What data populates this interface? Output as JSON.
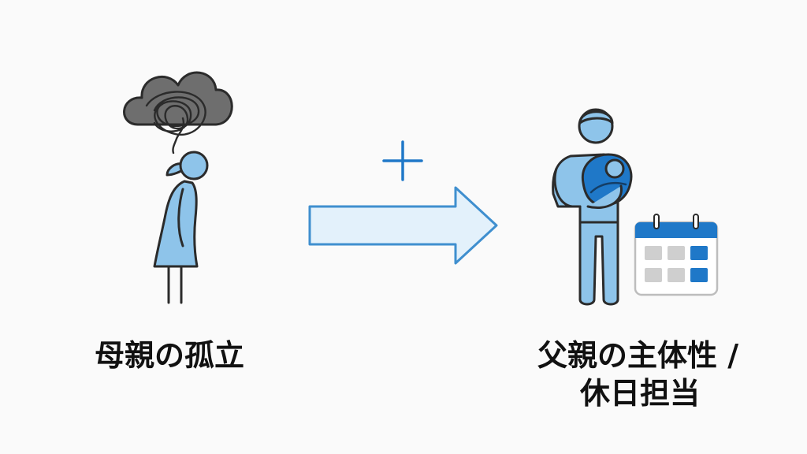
{
  "left_panel": {
    "caption": "母親の孤立",
    "icons": [
      "storm-cloud-icon",
      "tangled-thoughts-icon",
      "mother-figure-icon"
    ]
  },
  "center": {
    "icons": [
      "plus-icon",
      "right-arrow-icon"
    ]
  },
  "right_panel": {
    "caption_line1": "父親の主体性 /",
    "caption_line2": "休日担当",
    "icons": [
      "father-figure-icon",
      "baby-icon",
      "calendar-icon"
    ]
  },
  "colors": {
    "background": "#fafafa",
    "outline": "#2b2b2b",
    "figure_fill": "#8ec4ea",
    "accent_blue": "#1f78c8",
    "arrow_fill": "#e3f1fb",
    "arrow_stroke": "#3f8fcf",
    "cloud_fill": "#6e6e6e",
    "calendar_gray": "#cfcfcf"
  }
}
